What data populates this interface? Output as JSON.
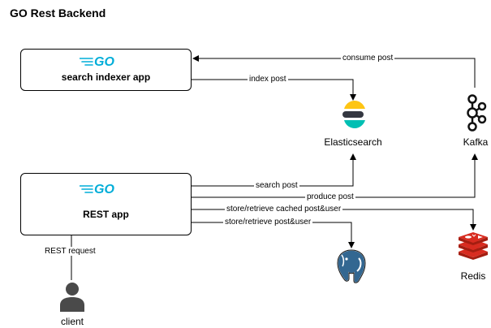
{
  "title": "GO Rest Backend",
  "boxes": {
    "search_indexer": {
      "label": "search indexer app",
      "logo": "GO"
    },
    "rest_app": {
      "label": "REST app",
      "logo": "GO"
    }
  },
  "nodes": {
    "elasticsearch": {
      "label": "Elasticsearch",
      "icon": "elasticsearch-icon"
    },
    "kafka": {
      "label": "Kafka",
      "icon": "kafka-icon"
    },
    "redis": {
      "label": "Redis",
      "icon": "redis-icon"
    },
    "postgres": {
      "icon": "postgresql-elephant-icon"
    },
    "client": {
      "label": "client",
      "icon": "user-icon"
    }
  },
  "edges": {
    "consume_post": "consume post",
    "index_post": "index post",
    "search_post": "search post",
    "produce_post": "produce post",
    "store_cached": "store/retrieve cached post&user",
    "store_post_user": "store/retrieve post&user",
    "rest_request": "REST request"
  },
  "colors": {
    "go_blue": "#00ADD8",
    "elastic_yellow": "#FEC514",
    "elastic_dark": "#343741",
    "elastic_teal": "#00BFB3",
    "redis_red": "#D82C20",
    "postgres_blue": "#336791",
    "user_gray": "#4A4A4A"
  }
}
